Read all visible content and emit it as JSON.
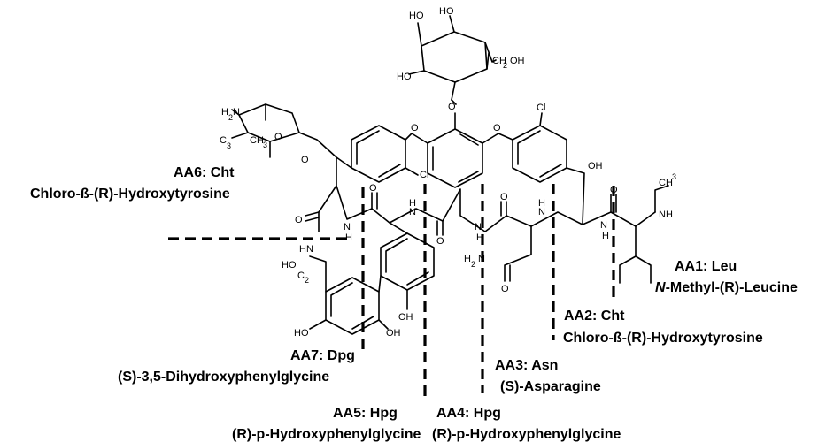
{
  "residues": [
    {
      "code": "AA1",
      "abbr": ": Leu",
      "prefix": "N",
      "name": "-Methyl-(R)-Leucine"
    },
    {
      "code": "AA2",
      "abbr": ": Cht",
      "prefix": "",
      "name": "Chloro-ß-(R)-Hydroxytyrosine"
    },
    {
      "code": "AA3",
      "abbr": ": Asn",
      "prefix": "",
      "name": "(S)-Asparagine"
    },
    {
      "code": "AA4",
      "abbr": ": Hpg",
      "prefix": "",
      "name": "(R)-p-Hydroxyphenylglycine"
    },
    {
      "code": "AA5",
      "abbr": ": Hpg",
      "prefix": "",
      "name": "(R)-p-Hydroxyphenylglycine"
    },
    {
      "code": "AA6",
      "abbr": ": Cht",
      "prefix": "",
      "name": "Chloro-ß-(R)-Hydroxytyrosine"
    },
    {
      "code": "AA7",
      "abbr": ": Dpg",
      "prefix": "",
      "name": "(S)-3,5-Dihydroxyphenylglycine"
    }
  ],
  "atoms": {
    "ho": "HO",
    "oh": "OH",
    "o": "O",
    "cl": "Cl",
    "h": "H",
    "n": "N",
    "c": "C",
    "nh": "NH",
    "hn": "HN",
    "h2": "H",
    "sub2": "2",
    "sub3": "3",
    "ch3": "CH",
    "ch2oh_c": "CH",
    "ch2oh_oh": "OH",
    "ho2c": "HO",
    "co2": "C",
    "h2n": "H",
    "n_amide": "N"
  }
}
